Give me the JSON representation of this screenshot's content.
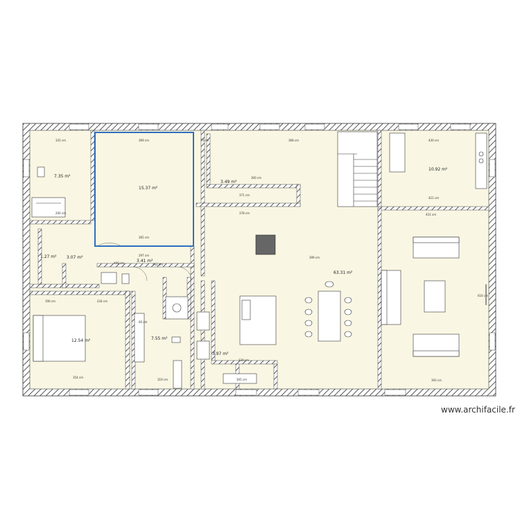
{
  "watermark": "www.archifacile.fr",
  "colors": {
    "floor": "#f9f6e3",
    "wall": "#ffffff",
    "wall_hatch": "#555555",
    "selection": "#2f6fc0"
  },
  "rooms": [
    {
      "id": "room-a",
      "area": "7.35 m²"
    },
    {
      "id": "room-b",
      "area": "15.37 m²"
    },
    {
      "id": "room-c",
      "area": "3.49 m²"
    },
    {
      "id": "room-d",
      "area": "10.92 m²"
    },
    {
      "id": "room-e",
      "area": "63.31 m²"
    },
    {
      "id": "room-f",
      "area": "3.07 m²"
    },
    {
      "id": "room-g",
      "area": "3.41 m²"
    },
    {
      "id": "room-h",
      "area": "12.54 m²"
    },
    {
      "id": "room-i",
      "area": "7.55 m²"
    },
    {
      "id": "room-j",
      "area": "3.97 m²"
    },
    {
      "id": "room-k",
      "area": "1.27 m²"
    }
  ],
  "dimensions": {
    "d1": "335 cm",
    "d2": "369 cm",
    "d3": "368 cm",
    "d4": "430 cm",
    "d5": "70 cm",
    "d6": "300 cm",
    "d7": "371 cm",
    "d8": "378 cm",
    "d9": "365 cm",
    "d10": "431 cm",
    "d11": "399 cm",
    "d12": "421 cm",
    "d13": "297 cm",
    "d14": "262 cm",
    "d15": "354 cm",
    "d16": "234 cm",
    "d17": "319 cm",
    "d18": "393 cm",
    "d19": "305 cm",
    "d20": "616 cm",
    "d21": "330 cm",
    "d22": "190 cm",
    "d23": "200 cm",
    "d24": "400 cm",
    "d25": "60 cm"
  }
}
